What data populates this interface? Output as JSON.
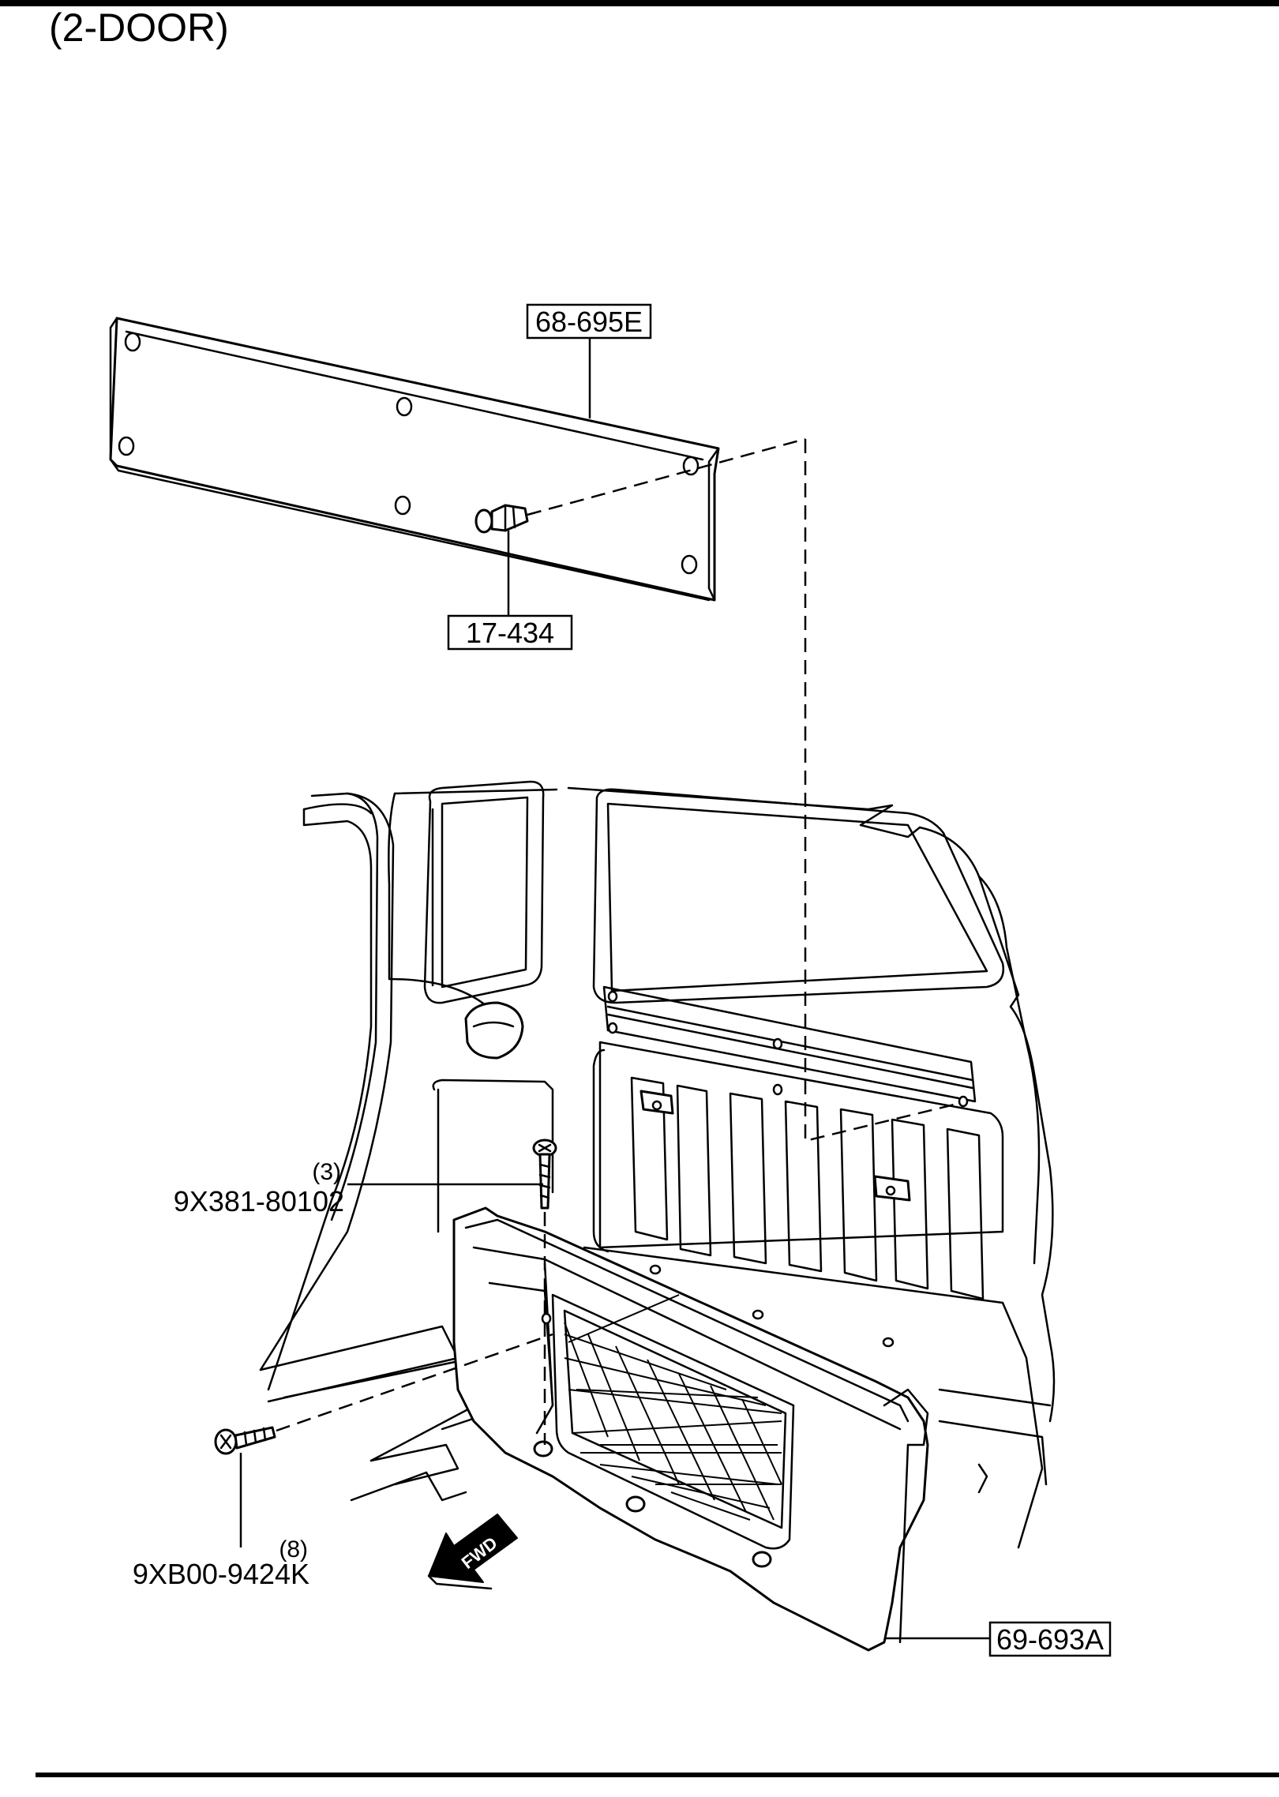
{
  "header": {
    "variant": "(2-DOOR)"
  },
  "parts": {
    "upper_trim": {
      "label": "68-695E"
    },
    "trim_clip": {
      "label": "17-434"
    },
    "side_screw": {
      "quantity": "(3)",
      "label": "9X381-80102"
    },
    "lower_screw": {
      "quantity": "(8)",
      "label": "9XB00-9424K"
    },
    "lower_trim": {
      "label": "69-693A"
    }
  },
  "direction_arrow": {
    "label": "FWD"
  }
}
